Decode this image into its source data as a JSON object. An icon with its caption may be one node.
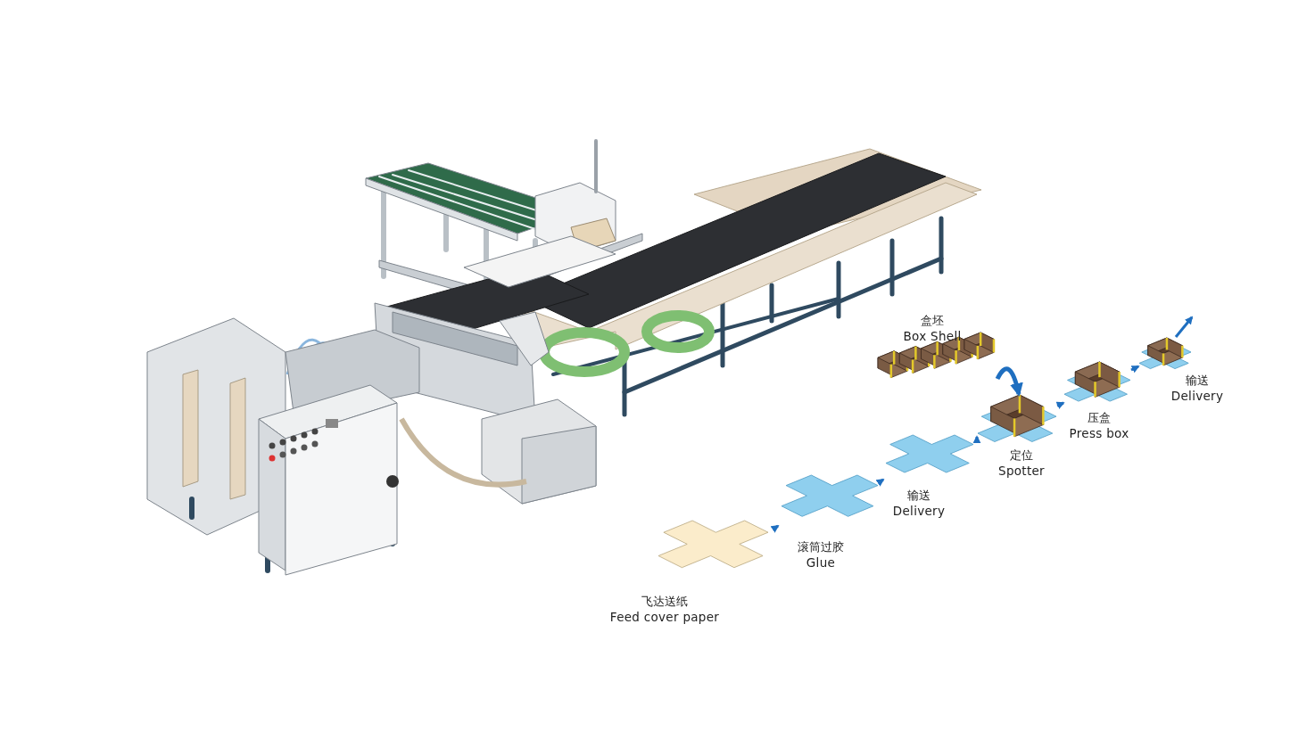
{
  "diagram": {
    "nodes": [
      {
        "text": [
          "飞达送纸",
          "Feed cover paper"
        ]
      },
      {
        "text": [
          "滚筒过胶",
          "Glue"
        ]
      },
      {
        "text": [
          "输送",
          "Delivery"
        ]
      },
      {
        "text": [
          "定位",
          "Spotter"
        ]
      },
      {
        "text": [
          "压盒",
          "Press box"
        ]
      },
      {
        "text": [
          "输送",
          "Delivery"
        ]
      },
      {
        "text": [
          "盒坯",
          "Box Shell"
        ]
      }
    ],
    "edges": [
      {
        "from": 0,
        "to": 1,
        "arrow": "to"
      },
      {
        "from": 1,
        "to": 2,
        "arrow": "to"
      },
      {
        "from": 2,
        "to": 3,
        "arrow": "to"
      },
      {
        "from": 3,
        "to": 4,
        "arrow": "to"
      },
      {
        "from": 4,
        "to": 5,
        "arrow": "to"
      },
      {
        "from": 6,
        "to": 3,
        "arrow": "to"
      },
      {
        "from": 5,
        "to": null,
        "arrow": "to"
      }
    ]
  }
}
